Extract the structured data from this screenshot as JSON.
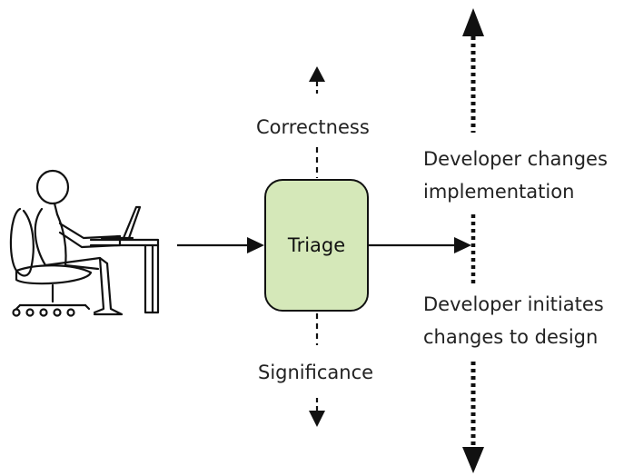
{
  "colors": {
    "triage_fill": "#d5e8b9",
    "stroke": "#111111",
    "text": "#222222"
  },
  "icons": {
    "person": "person-at-desk-icon"
  },
  "triage": {
    "label": "Triage"
  },
  "axis_top": {
    "label": "Correctness"
  },
  "axis_bottom": {
    "label": "Significance"
  },
  "outcome_top": {
    "line1": "Developer changes",
    "line2": "implementation"
  },
  "outcome_bottom": {
    "line1": "Developer initiates",
    "line2": "changes to design"
  }
}
